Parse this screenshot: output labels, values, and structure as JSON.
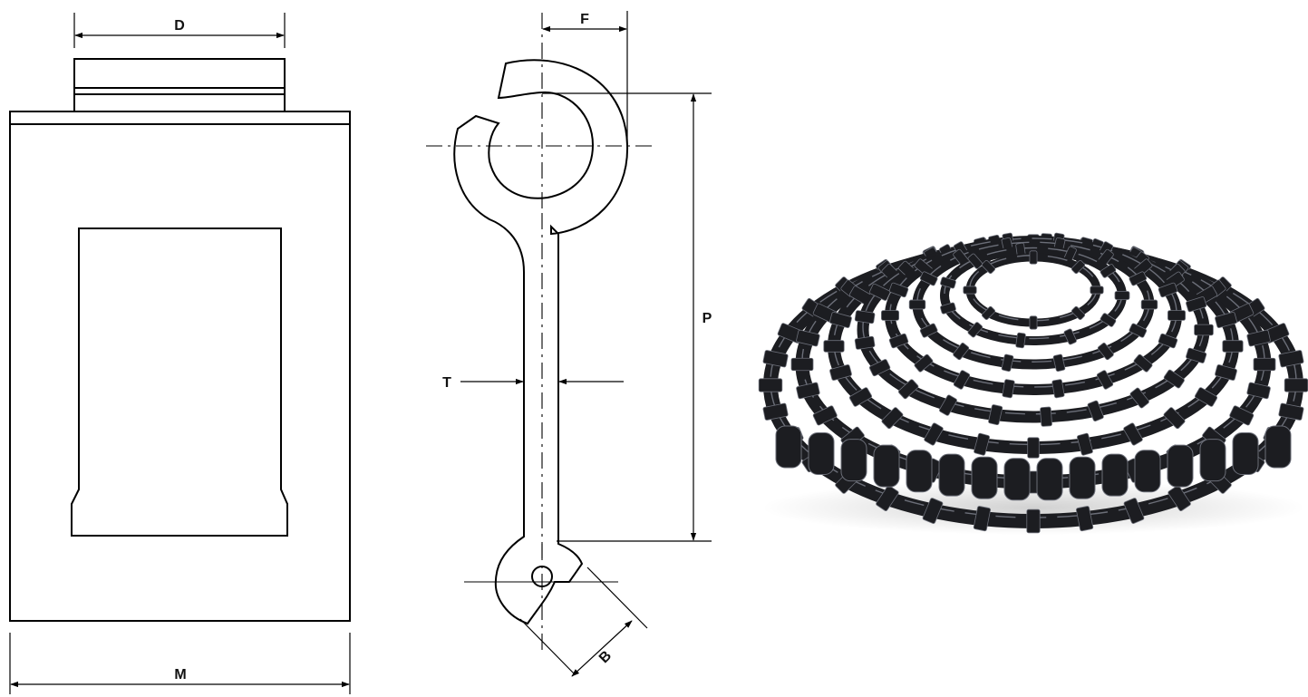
{
  "front_view": {
    "width_label": "D",
    "height_label": "M"
  },
  "side_view": {
    "offset_label": "F",
    "pitch_label": "P",
    "thickness_label": "T",
    "barrel_label": "B"
  },
  "photo": {
    "subject_icon": "coiled-chain-photo-icon"
  },
  "colors": {
    "line": "#000000",
    "chain_body": "#1c1d21",
    "chain_highlight": "#6b6e78"
  }
}
